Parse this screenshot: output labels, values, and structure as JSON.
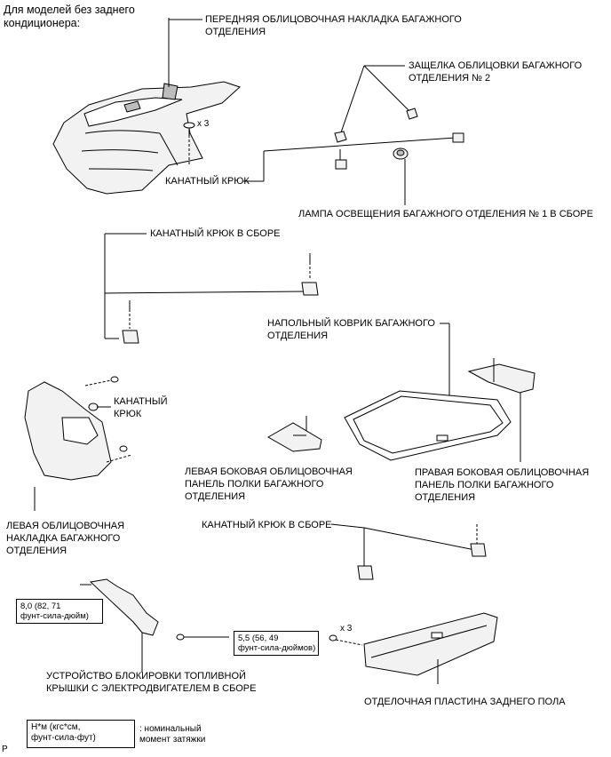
{
  "header": {
    "note_line1": "Для моделей без заднего",
    "note_line2": "кондиционера:"
  },
  "labels": {
    "front_trim_1": "ПЕРЕДНЯЯ ОБЛИЦОВОЧНАЯ НАКЛАДКА БАГАЖНОГО",
    "front_trim_2": "ОТДЕЛЕНИЯ",
    "qty_top": "x 3",
    "clip_1": "ЗАЩЕЛКА ОБЛИЦОВКИ БАГАЖНОГО",
    "clip_2": "ОТДЕЛЕНИЯ № 2",
    "rope_hook": "КАНАТНЫЙ КРЮК",
    "lamp": "ЛАМПА ОСВЕЩЕНИЯ БАГАЖНОГО ОТДЕЛЕНИЯ № 1 В СБОРЕ",
    "rope_hook_assy_1": "КАНАТНЫЙ КРЮК В СБОРЕ",
    "floor_mat_1": "НАПОЛЬНЫЙ КОВРИК БАГАЖНОГО",
    "floor_mat_2": "ОТДЕЛЕНИЯ",
    "rope_hook_2a": "КАНАТНЫЙ",
    "rope_hook_2b": "КРЮК",
    "left_shelf_1": "ЛЕВАЯ БОКОВАЯ ОБЛИЦОВОЧНАЯ",
    "left_shelf_2": "ПАНЕЛЬ ПОЛКИ БАГАЖНОГО",
    "left_shelf_3": "ОТДЕЛЕНИЯ",
    "right_shelf_1": "ПРАВАЯ БОКОВАЯ ОБЛИЦОВОЧНАЯ",
    "right_shelf_2": "ПАНЕЛЬ ПОЛКИ БАГАЖНОГО",
    "right_shelf_3": "ОТДЕЛЕНИЯ",
    "left_trim_1": "ЛЕВАЯ ОБЛИЦОВОЧНАЯ",
    "left_trim_2": "НАКЛАДКА БАГАЖНОГО",
    "left_trim_3": "ОТДЕЛЕНИЯ",
    "rope_hook_assy_2": "КАНАТНЫЙ КРЮК В СБОРЕ",
    "torque_1a": "8,0 (82, 71",
    "torque_1b": "фунт-сила-дюйм)",
    "torque_2a": "5,5 (56, 49",
    "torque_2b": "фунт-сила-дюймов)",
    "qty_bottom": "x 3",
    "fuel_lock_1": "УСТРОЙСТВО БЛОКИРОВКИ ТОПЛИВНОЙ",
    "fuel_lock_2": "КРЫШКИ С ЭЛЕКТРОДВИГАТЕЛЕМ В СБОРЕ",
    "rear_plate": "ОТДЕЛОЧНАЯ ПЛАСТИНА ЗАДНЕГО ПОЛА"
  },
  "legend": {
    "unit_line1": "Н*м (кгс*см,",
    "unit_line2": "фунт-сила-фут)",
    "desc_line1": ": номинальный",
    "desc_line2": "момент затяжки"
  },
  "footer": {
    "code": "P"
  }
}
